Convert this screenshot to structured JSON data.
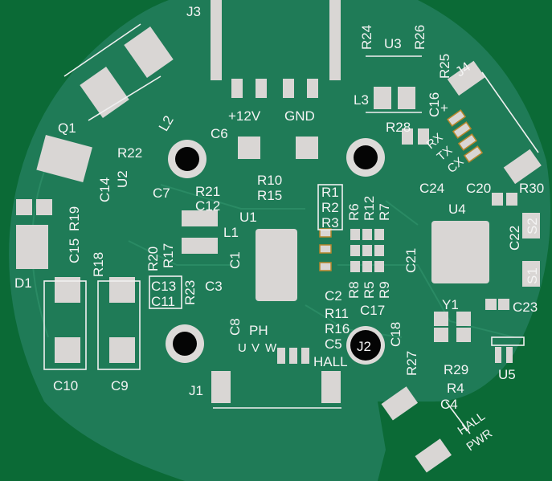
{
  "colors": {
    "background": "#0b6a36",
    "board": "#1f7b57",
    "pad": "#d9d6d4",
    "silk": "#f4f4f4"
  },
  "labels": {
    "J3": "J3",
    "L2": "L2",
    "Q1": "Q1",
    "R22": "R22",
    "C14": "C14",
    "U2": "U2",
    "C7": "C7",
    "R21": "R21",
    "C12": "C12",
    "L1": "L1",
    "U1": "U1",
    "R19": "R19",
    "C15": "C15",
    "R18": "R18",
    "R20": "R20",
    "R17": "R17",
    "C13": "C13",
    "C11": "C11",
    "R23": "R23",
    "C3": "C3",
    "C1": "C1",
    "C8": "C8",
    "D1": "D1",
    "C10": "C10",
    "C9": "C9",
    "J1": "J1",
    "PH": "PH",
    "U": "U",
    "V": "V",
    "W": "W",
    "HALL": "HALL",
    "J2": "J2",
    "R11": "R11",
    "R16": "R16",
    "C5": "C5",
    "C17": "C17",
    "C18": "C18",
    "R27": "R27",
    "R29": "R29",
    "U5": "U5",
    "Y1": "Y1",
    "C23": "C23",
    "S1": "S1",
    "S2": "S2",
    "C22": "C22",
    "R30": "R30",
    "C20": "C20",
    "C24": "C24",
    "U4": "U4",
    "C21": "C21",
    "R4": "R4",
    "C4": "C4",
    "HALL2": "HALL",
    "PWR": "PWR",
    "J4": "J4",
    "RX": "RX",
    "TX": "TX",
    "CX": "CX",
    "plus": "+",
    "R28": "R28",
    "C16": "C16",
    "R25": "R25",
    "R26": "R26",
    "R24": "R24",
    "U3": "U3",
    "L3": "L3",
    "V12": "+12V",
    "GND": "GND",
    "C6": "C6",
    "R10": "R10",
    "R15": "R15",
    "R1": "R1",
    "R2": "R2",
    "R3": "R3",
    "R6": "R6",
    "R12": "R12",
    "R7": "R7",
    "R8": "R8",
    "R5": "R5",
    "R9": "R9",
    "C2": "C2"
  }
}
